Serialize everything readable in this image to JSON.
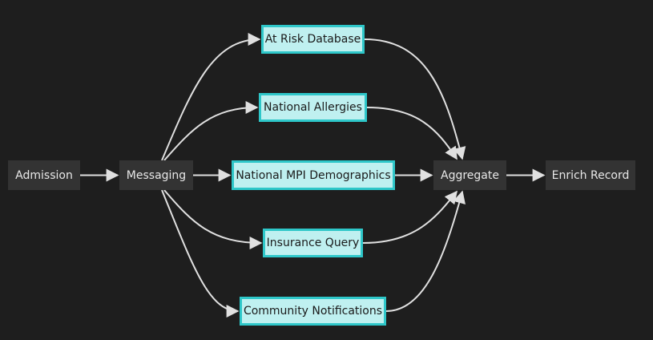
{
  "diagram": {
    "type": "flowchart",
    "direction": "left-to-right",
    "colors": {
      "background": "#1e1e1e",
      "plain_node_fill": "#333333",
      "plain_node_text": "#e8e8e8",
      "highlight_node_fill": "#bff0f0",
      "highlight_node_border": "#2ec7c9",
      "highlight_node_text": "#1a1a1a",
      "edge": "#e0e0e0"
    },
    "nodes": [
      {
        "id": "admission",
        "label": "Admission",
        "style": "plain"
      },
      {
        "id": "messaging",
        "label": "Messaging",
        "style": "plain"
      },
      {
        "id": "at_risk",
        "label": "At Risk Database",
        "style": "highlight"
      },
      {
        "id": "allergies",
        "label": "National Allergies",
        "style": "highlight"
      },
      {
        "id": "mpi",
        "label": "National MPI Demographics",
        "style": "highlight"
      },
      {
        "id": "insurance",
        "label": "Insurance Query",
        "style": "highlight"
      },
      {
        "id": "community",
        "label": "Community Notifications",
        "style": "highlight"
      },
      {
        "id": "aggregate",
        "label": "Aggregate",
        "style": "plain"
      },
      {
        "id": "enrich",
        "label": "Enrich Record",
        "style": "plain"
      }
    ],
    "edges": [
      {
        "from": "admission",
        "to": "messaging"
      },
      {
        "from": "messaging",
        "to": "at_risk"
      },
      {
        "from": "messaging",
        "to": "allergies"
      },
      {
        "from": "messaging",
        "to": "mpi"
      },
      {
        "from": "messaging",
        "to": "insurance"
      },
      {
        "from": "messaging",
        "to": "community"
      },
      {
        "from": "at_risk",
        "to": "aggregate"
      },
      {
        "from": "allergies",
        "to": "aggregate"
      },
      {
        "from": "mpi",
        "to": "aggregate"
      },
      {
        "from": "insurance",
        "to": "aggregate"
      },
      {
        "from": "community",
        "to": "aggregate"
      },
      {
        "from": "aggregate",
        "to": "enrich"
      }
    ]
  }
}
